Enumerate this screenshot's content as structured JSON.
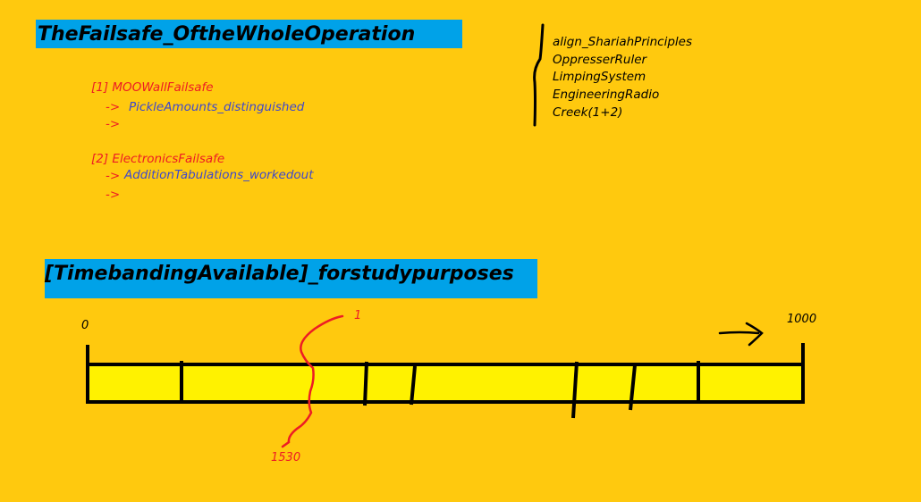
{
  "title": "TheFailsafe_OftheWholeOperation",
  "failsafes": [
    {
      "label": "[1] MOOWallFailsafe",
      "arrow": "->",
      "item": "PickleAmounts_distinguished",
      "arrow2": "->"
    },
    {
      "label": "[2] ElectronicsFailsafe",
      "arrow": "->",
      "item": "AdditionTabulations_workedout",
      "arrow2": "->"
    }
  ],
  "side_list": [
    "align_ShariahPrinciples",
    "OppresserRuler",
    "LimpingSystem",
    "EngineeringRadio",
    "Creek(1+2)"
  ],
  "timeband": {
    "title": "[TimebandingAvailable]_forstudypurposes",
    "start_label": "0",
    "end_label": "1000",
    "marker_top_label": "1",
    "marker_bottom_label": "1530"
  },
  "colors": {
    "background": "#FFC90E",
    "banner": "#00A2E8",
    "bar_fill": "#FFF200",
    "red": "#ED1C24",
    "blue": "#3F48CC"
  }
}
